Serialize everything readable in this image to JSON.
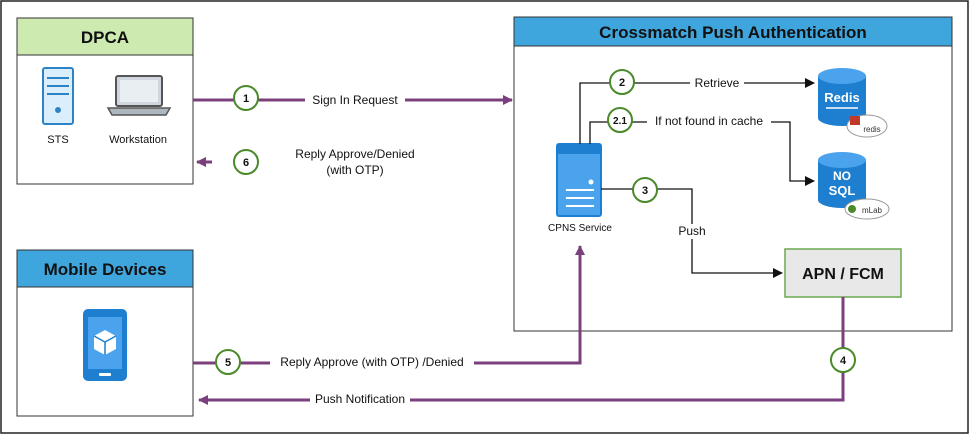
{
  "dpca": {
    "title": "DPCA",
    "sts_label": "STS",
    "workstation_label": "Workstation"
  },
  "crossmatch": {
    "title": "Crossmatch Push Authentication",
    "cpns_label": "CPNS Service",
    "redis_logo_text": "Redis",
    "redis_badge_text": "redis",
    "nosql_logo_text_top": "NO",
    "nosql_logo_text_bottom": "SQL",
    "mlab_badge_text": "mLab",
    "apn_label": "APN / FCM"
  },
  "mobile": {
    "title": "Mobile Devices"
  },
  "flows": {
    "f1_num": "1",
    "f1_text": "Sign In Request",
    "f2_num": "2",
    "f2_text": "Retrieve",
    "f21_num": "2.1",
    "f21_text": "If not found in cache",
    "f3_num": "3",
    "f3_text": "Push",
    "f4_num": "4",
    "f5_num": "5",
    "f5_text": "Reply Approve (with OTP) /Denied",
    "f6_num": "6",
    "f6_text_line1": "Reply Approve/Denied",
    "f6_text_line2": "(with OTP)",
    "push_notification_text": "Push Notification"
  },
  "colors": {
    "dpca_header": "#cdeab0",
    "blue_header": "#3fa5dd",
    "purple_line": "#7b3f7e",
    "badge_green": "#4a8a2a",
    "apn_fill": "#e8e8e8",
    "apn_border": "#6aa84f",
    "db_blue": "#1e7fd0",
    "redis_red": "#c0392b"
  }
}
